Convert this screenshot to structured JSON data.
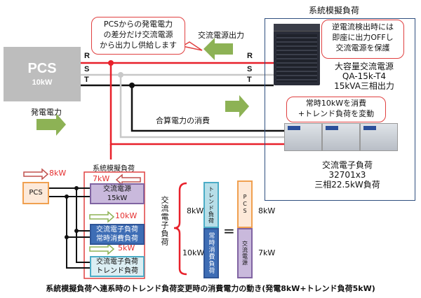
{
  "top_diagram": {
    "pcs": {
      "name": "PCS",
      "rating": "10kW"
    },
    "generation_label": "発電電力",
    "callout_pcs": [
      "PCSからの発電電力",
      "の差分だけ交流電源",
      "から出力し供給します"
    ],
    "ac_output_label": "交流電源出力",
    "phases_left": [
      "R",
      "S",
      "T"
    ],
    "phases_right": [
      "R",
      "S",
      "T"
    ],
    "combined_label": "合算電力の消費",
    "system_title": "系統模擬負荷",
    "callout_protect": [
      "逆電流検出時には",
      "即座に出力OFFし",
      "交流電源を保護"
    ],
    "ac_source": {
      "name": "大容量交流電源",
      "model": "QA-15k-T4",
      "spec": "15kVA三相出力"
    },
    "callout_load": [
      "常時10kWを消費",
      "+トレンド負荷を変動"
    ],
    "ac_load": {
      "name": "交流電子負荷",
      "model": "32701x3",
      "spec": "三相22.5kW負荷"
    }
  },
  "bottom_diagram": {
    "system_title": "系統模擬負荷",
    "pcs_label": "PCS",
    "pcs_flow": "8kW",
    "ac_source_flow": "7kW",
    "ac_source": [
      "交流電源",
      "15kW"
    ],
    "constant_flow": "10kW",
    "constant_load": [
      "交流電子負荷",
      "常時消費負荷"
    ],
    "trend_flow": "5kW",
    "trend_load": [
      "交流電子負荷",
      "トレンド負荷"
    ]
  },
  "balance": {
    "group_label": "交流電子負荷",
    "left_top_value": "8kW",
    "left_top_label": "トレンド負荷",
    "left_bottom_value": "10kW",
    "left_bottom_label": "常時消費負荷",
    "equals": "=",
    "right_top_label": "PCS",
    "right_top_value": "8kW",
    "right_bottom_label": "交流電源",
    "right_bottom_value": "7kW"
  },
  "caption": "系統模擬負荷へ連系時のトレンド負荷変更時の消費電力の動き(発電8kW+トレンド負荷5kW)",
  "colors": {
    "r_phase": "#e8202a",
    "s_phase": "#c8c8c8",
    "t_phase": "#111111",
    "arrow_green": "#8db255",
    "box_blue": "#2f4f7f"
  }
}
